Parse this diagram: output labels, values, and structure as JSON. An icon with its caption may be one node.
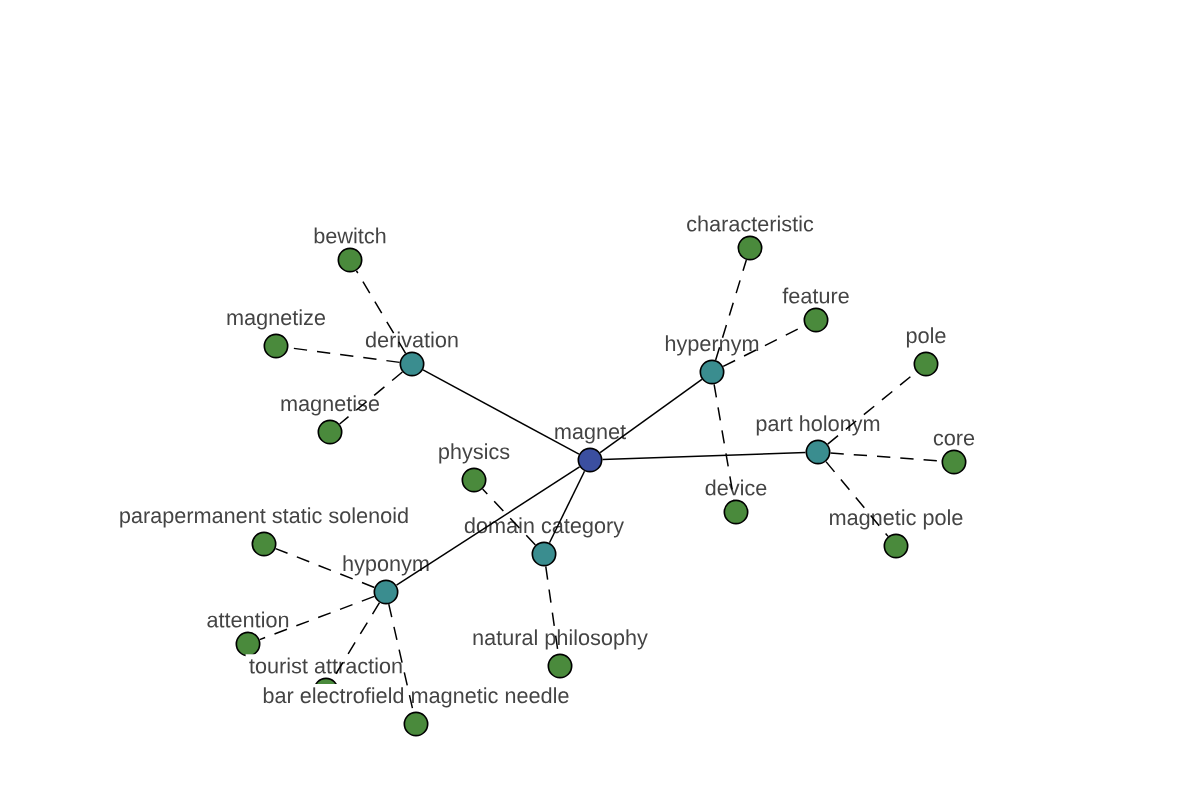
{
  "diagram": {
    "nodes": [
      {
        "text": [
          "magnet"
        ]
      },
      {
        "text": [
          "derivation"
        ]
      },
      {
        "text": [
          "bewitch"
        ]
      },
      {
        "text": [
          "magnetize"
        ]
      },
      {
        "text": [
          "magnetise"
        ]
      },
      {
        "text": [
          "hypernym"
        ]
      },
      {
        "text": [
          "characteristic"
        ]
      },
      {
        "text": [
          "feature"
        ]
      },
      {
        "text": [
          "device"
        ]
      },
      {
        "text": [
          "part holonym"
        ]
      },
      {
        "text": [
          "pole"
        ]
      },
      {
        "text": [
          "core"
        ]
      },
      {
        "text": [
          "magnetic pole"
        ]
      },
      {
        "text": [
          "domain category"
        ]
      },
      {
        "text": [
          "physics"
        ]
      },
      {
        "text": [
          "natural philosophy"
        ]
      },
      {
        "text": [
          "hyponym"
        ]
      },
      {
        "text": [
          "parapermanent static solenoid"
        ]
      },
      {
        "text": [
          "attention"
        ]
      },
      {
        "text": [
          "tourist attraction"
        ]
      },
      {
        "text": [
          "bar electrofield magnetic needle"
        ]
      }
    ],
    "edges": [
      {
        "from": 0,
        "to": 1,
        "arrow": "none"
      },
      {
        "from": 0,
        "to": 5,
        "arrow": "none"
      },
      {
        "from": 0,
        "to": 9,
        "arrow": "none"
      },
      {
        "from": 0,
        "to": 13,
        "arrow": "none"
      },
      {
        "from": 0,
        "to": 16,
        "arrow": "none"
      },
      {
        "from": 1,
        "to": 2,
        "arrow": "none",
        "style": "dashed"
      },
      {
        "from": 1,
        "to": 3,
        "arrow": "none",
        "style": "dashed"
      },
      {
        "from": 1,
        "to": 4,
        "arrow": "none",
        "style": "dashed"
      },
      {
        "from": 5,
        "to": 6,
        "arrow": "none",
        "style": "dashed"
      },
      {
        "from": 5,
        "to": 7,
        "arrow": "none",
        "style": "dashed"
      },
      {
        "from": 5,
        "to": 8,
        "arrow": "none",
        "style": "dashed"
      },
      {
        "from": 9,
        "to": 10,
        "arrow": "none",
        "style": "dashed"
      },
      {
        "from": 9,
        "to": 11,
        "arrow": "none",
        "style": "dashed"
      },
      {
        "from": 9,
        "to": 12,
        "arrow": "none",
        "style": "dashed"
      },
      {
        "from": 13,
        "to": 14,
        "arrow": "none",
        "style": "dashed"
      },
      {
        "from": 13,
        "to": 15,
        "arrow": "none",
        "style": "dashed"
      },
      {
        "from": 16,
        "to": 17,
        "arrow": "none",
        "style": "dashed"
      },
      {
        "from": 16,
        "to": 18,
        "arrow": "none",
        "style": "dashed"
      },
      {
        "from": 16,
        "to": 19,
        "arrow": "none",
        "style": "dashed"
      },
      {
        "from": 16,
        "to": 20,
        "arrow": "none",
        "style": "dashed"
      }
    ]
  }
}
